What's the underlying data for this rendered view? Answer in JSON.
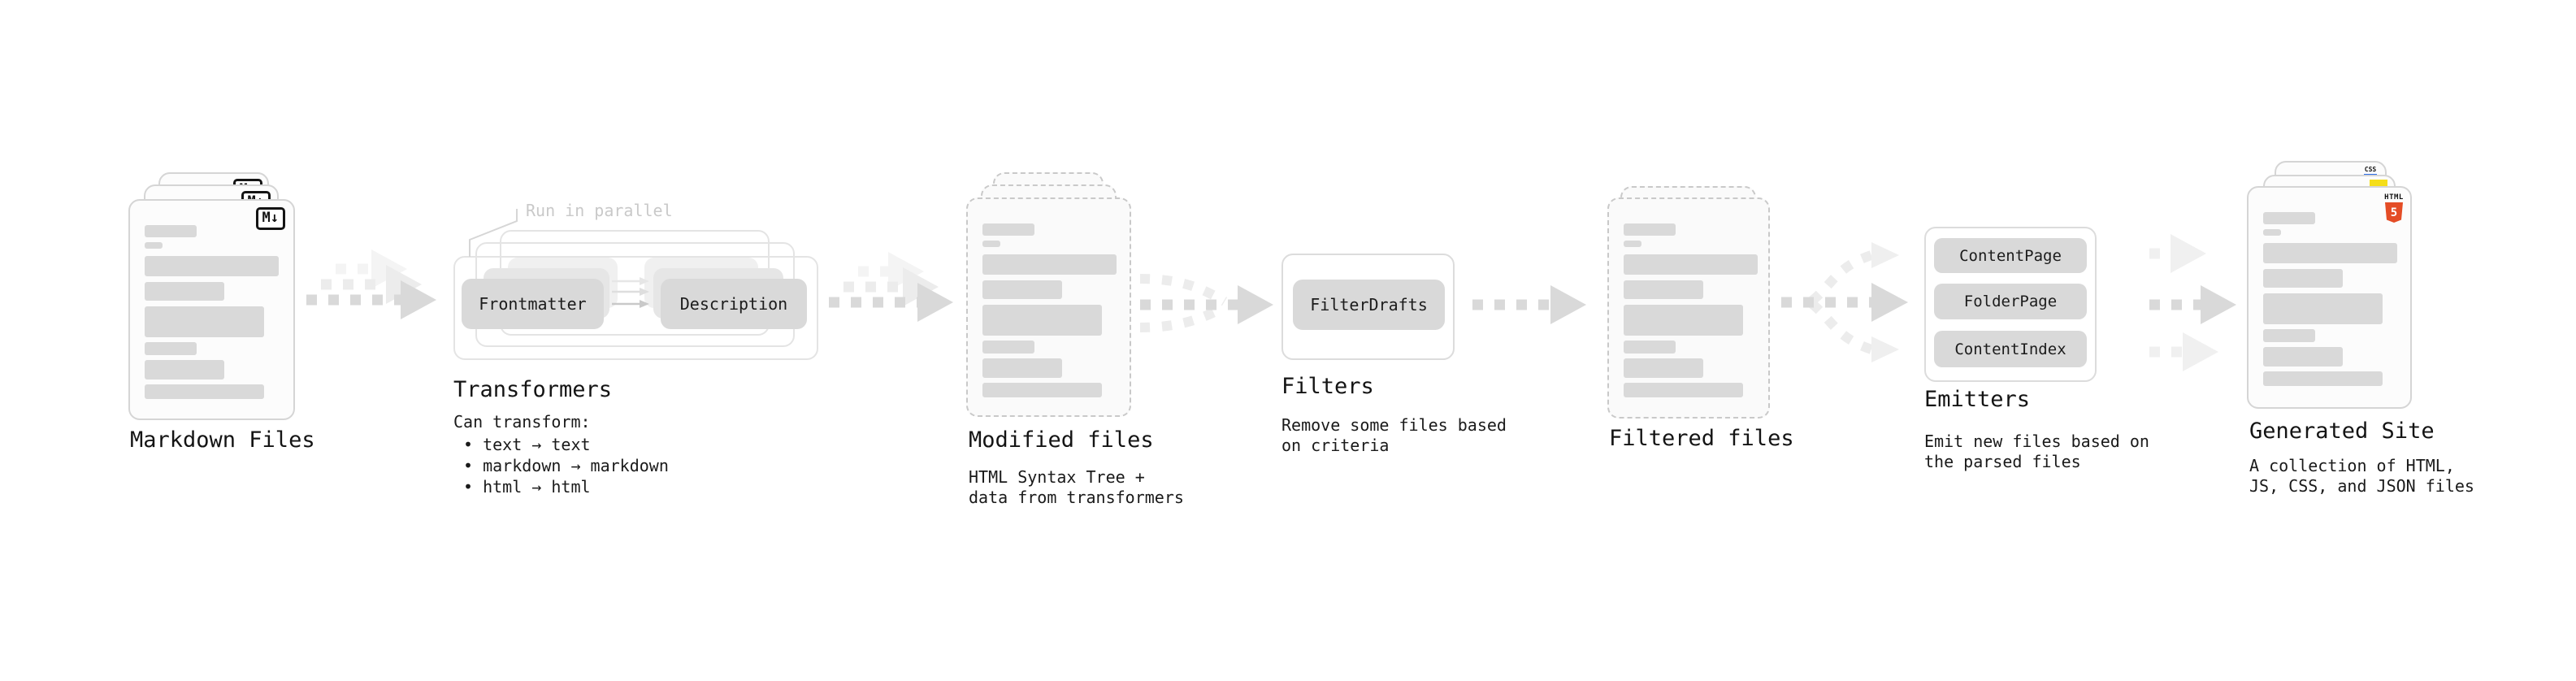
{
  "page": {
    "background": "#ffffff"
  },
  "colors": {
    "box_gray": "#d9d9d9",
    "arrow_gray": "#d9d9d9",
    "html5_orange": "#e44d26",
    "js_yellow": "#f5de19",
    "css_blue": "#2d6ce5"
  },
  "badges": {
    "markdown": "M↓",
    "html_word": "HTML",
    "html5_number": "5",
    "css": "CSS"
  },
  "sections": {
    "markdown_files": {
      "title": "Markdown Files"
    },
    "transformers": {
      "title": "Transformers",
      "note": "Run in parallel",
      "box_frontmatter": "Frontmatter",
      "box_description": "Description",
      "subtitle": "Can transform:",
      "bullets": [
        "• text → text",
        "• markdown → markdown",
        "• html → html"
      ]
    },
    "modified_files": {
      "title": "Modified files",
      "subtitle": "HTML Syntax Tree +\ndata from transformers"
    },
    "filters": {
      "title": "Filters",
      "box_filterdrafts": "FilterDrafts",
      "subtitle": "Remove some files based\non criteria"
    },
    "filtered_files": {
      "title": "Filtered files"
    },
    "emitters": {
      "title": "Emitters",
      "box_contentpage": "ContentPage",
      "box_folderpage": "FolderPage",
      "box_contentindex": "ContentIndex",
      "subtitle": "Emit new files based on\nthe parsed files"
    },
    "generated_site": {
      "title": "Generated Site",
      "subtitle": "A collection of HTML,\nJS, CSS, and JSON files"
    }
  }
}
